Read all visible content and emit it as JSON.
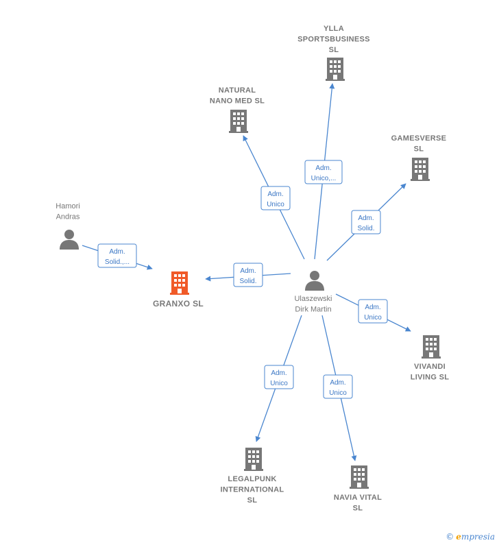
{
  "colors": {
    "edge": "#4a86cf",
    "label_text": "#3a76c4",
    "node": "#777777",
    "focus": "#f05a28"
  },
  "nodes": [
    {
      "id": "granxo",
      "type": "company",
      "focus": true,
      "lines": [
        "GRANXO  SL"
      ]
    },
    {
      "id": "ylla",
      "type": "company",
      "lines": [
        "YLLA",
        "SPORTSBUSINESS",
        "SL"
      ]
    },
    {
      "id": "natural",
      "type": "company",
      "lines": [
        "NATURAL",
        "NANO MED  SL"
      ]
    },
    {
      "id": "gamesverse",
      "type": "company",
      "lines": [
        "GAMESVERSE",
        "SL"
      ]
    },
    {
      "id": "vivandi",
      "type": "company",
      "lines": [
        "VIVANDI",
        "LIVING  SL"
      ]
    },
    {
      "id": "navia",
      "type": "company",
      "lines": [
        "NAVIA VITAL",
        "SL"
      ]
    },
    {
      "id": "legalpunk",
      "type": "company",
      "lines": [
        "LEGALPUNK",
        "INTERNATIONAL",
        "SL"
      ]
    },
    {
      "id": "hamori",
      "type": "person",
      "lines": [
        "Hamori",
        "Andras"
      ]
    },
    {
      "id": "ulaszewski",
      "type": "person",
      "lines": [
        "Ulaszewski",
        "Dirk Martin"
      ]
    }
  ],
  "edges": [
    {
      "from": "hamori",
      "to": "granxo",
      "label": [
        "Adm.",
        "Solid.,..."
      ]
    },
    {
      "from": "ulaszewski",
      "to": "granxo",
      "label": [
        "Adm.",
        "Solid."
      ]
    },
    {
      "from": "ulaszewski",
      "to": "natural",
      "label": [
        "Adm.",
        "Unico"
      ]
    },
    {
      "from": "ulaszewski",
      "to": "ylla",
      "label": [
        "Adm.",
        "Unico,..."
      ]
    },
    {
      "from": "ulaszewski",
      "to": "gamesverse",
      "label": [
        "Adm.",
        "Solid."
      ]
    },
    {
      "from": "ulaszewski",
      "to": "vivandi",
      "label": [
        "Adm.",
        "Unico"
      ]
    },
    {
      "from": "ulaszewski",
      "to": "navia",
      "label": [
        "Adm.",
        "Unico"
      ]
    },
    {
      "from": "ulaszewski",
      "to": "legalpunk",
      "label": [
        "Adm.",
        "Unico"
      ]
    }
  ],
  "footer": {
    "copyright_symbol": "©",
    "brand_initial": "e",
    "brand_rest": "mpresia"
  }
}
